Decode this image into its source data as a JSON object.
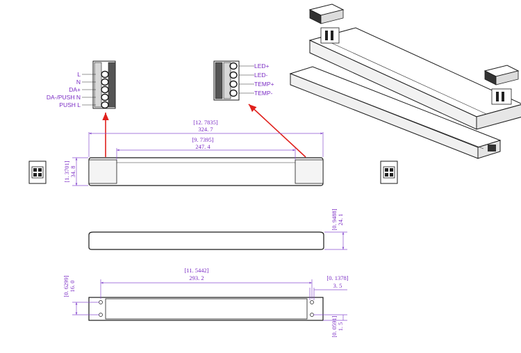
{
  "connector_left": {
    "pins": [
      "L",
      "N",
      "DA+",
      "DA-/PUSH N",
      "PUSH L"
    ]
  },
  "connector_right": {
    "pins": [
      "LED+",
      "LED-",
      "TEMP+",
      "TEMP-"
    ]
  },
  "top_view": {
    "overall_length_in": "[12. 7835]",
    "overall_length_mm": "324. 7",
    "inner_length_in": "[9. 7395]",
    "inner_length_mm": "247. 4",
    "width_in": "[1. 3701]",
    "width_mm": "34. 8"
  },
  "side_view": {
    "height_in": "[0. 9488]",
    "height_mm": "24. 1"
  },
  "bottom_view": {
    "hole_spacing_in": "[11. 5442]",
    "hole_spacing_mm": "293. 2",
    "hole_dia_in": "[0. 1378]",
    "hole_dia_mm": "3. 5",
    "hole_row_in": "[0. 6299]",
    "hole_row_mm": "16. 0",
    "edge_offset_in": "[0. 0591]",
    "edge_offset_mm": "1. 5"
  },
  "colors": {
    "dimension": "#7a2bc4",
    "arrow": "#e0201c",
    "outline": "#1a1a1a"
  }
}
